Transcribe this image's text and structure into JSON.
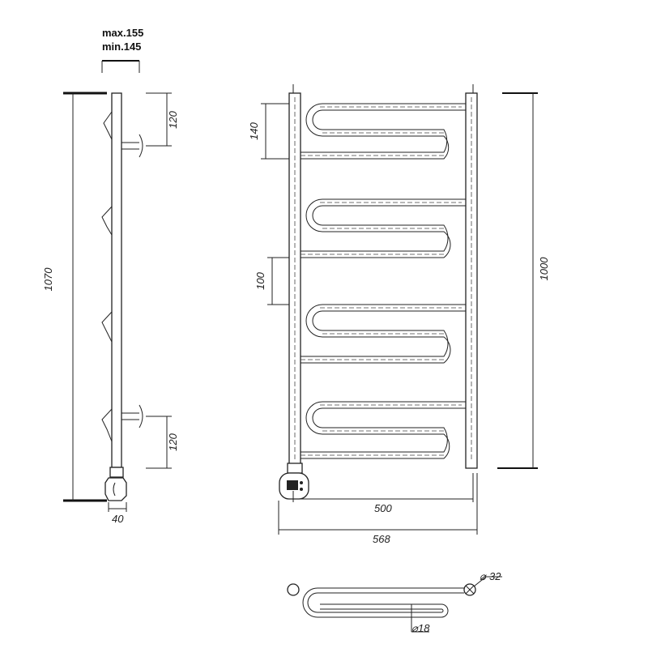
{
  "side_view": {
    "depth_max": "max.155",
    "depth_min": "min.145",
    "height_total": "1070",
    "bracket_top": "120",
    "bracket_bottom": "120",
    "heater_offset": "40"
  },
  "front_view": {
    "first_gap": "140",
    "section_gap": "100",
    "height_axis": "1000",
    "width_axis": "500",
    "width_total": "568"
  },
  "top_view": {
    "collector_diameter": "32",
    "tube_diameter": "18",
    "diameter_symbol": "⌀"
  }
}
